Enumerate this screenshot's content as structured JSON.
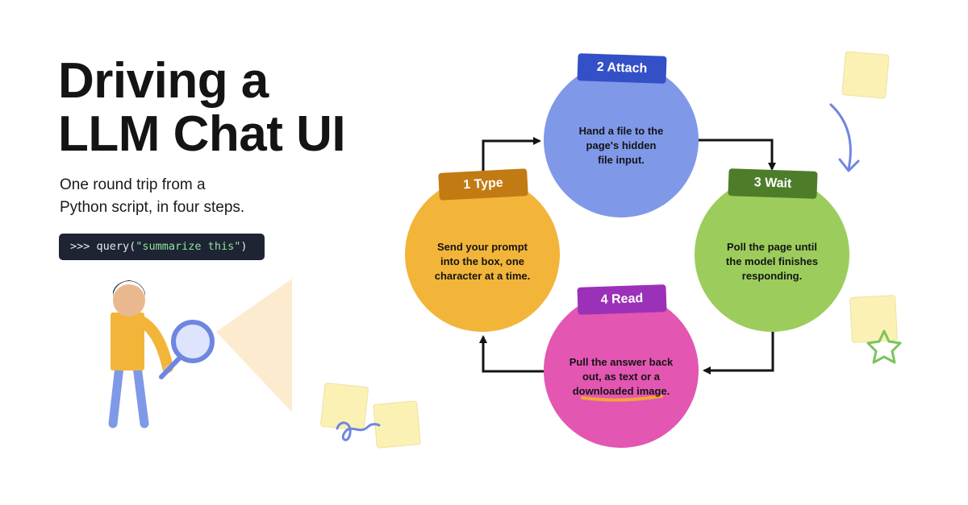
{
  "header": {
    "title_line_1": "Driving a",
    "title_line_2": "LLM Chat UI",
    "subtitle_line_1": "One round trip from a",
    "subtitle_line_2": "Python script, in four steps.",
    "code_prompt": ">>> query(",
    "code_argument": "\"summarize this\"",
    "code_close": ")"
  },
  "steps": [
    {
      "label": "1 Type",
      "color": "#f2b53a",
      "tag_color": "#c27a12",
      "lines": [
        "Send your prompt",
        "into the box, one",
        "character at a time."
      ]
    },
    {
      "label": "2 Attach",
      "color": "#7f98e8",
      "tag_color": "#3450c7",
      "lines": [
        "Hand a file to the",
        "page's hidden",
        "file input."
      ]
    },
    {
      "label": "3 Wait",
      "color": "#9ccd5c",
      "tag_color": "#4e7d2a",
      "lines": [
        "Poll the page until",
        "the model finishes",
        "responding."
      ]
    },
    {
      "label": "4 Read",
      "color": "#e356b2",
      "tag_color": "#9b31b8",
      "lines": [
        "Pull the answer back",
        "out, as text or a",
        "downloaded image."
      ]
    }
  ],
  "colors": {
    "arrow": "#141414",
    "sticky_note": "#fbf1b4",
    "accent_blue": "#6f86e0",
    "highlight_underline": "#f2a43a",
    "star": "#7cc35c",
    "person_shirt": "#f2b53a",
    "person_legs": "#7f98e8",
    "person_skin": "#eab88f",
    "person_hair": "#1e2433",
    "light_beam": "#fdebd0"
  }
}
